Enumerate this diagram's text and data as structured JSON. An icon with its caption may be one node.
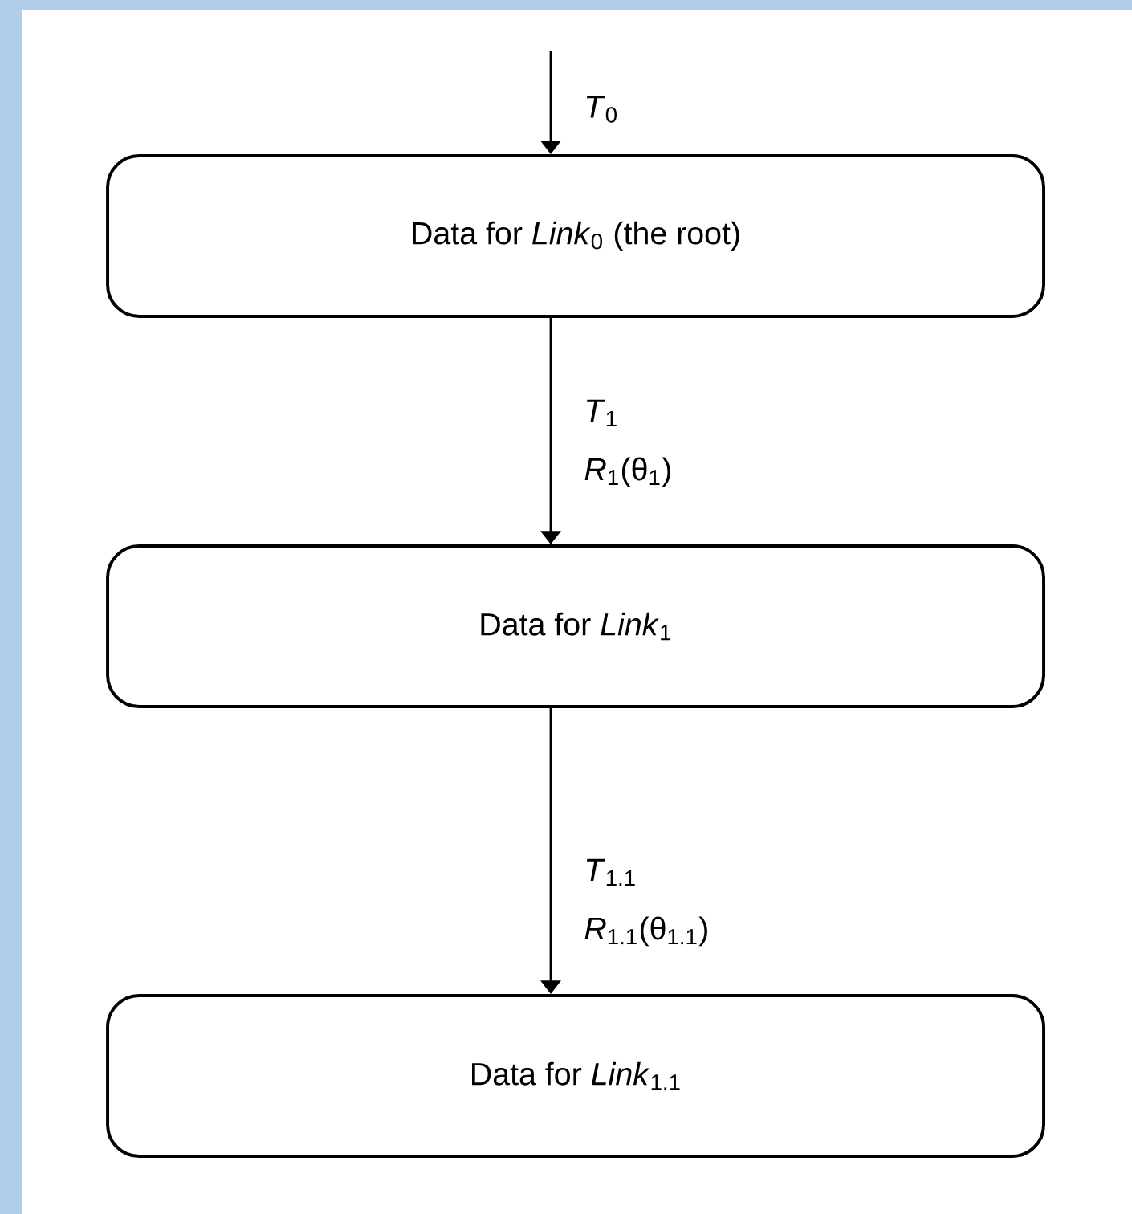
{
  "diagram": {
    "nodes": [
      {
        "text": [
          "Data for *Link*$_{0}$ (the root)"
        ]
      },
      {
        "text": [
          "Data for *Link*$_{1}$"
        ]
      },
      {
        "text": [
          "Data for *Link*$_{1.1}$"
        ]
      }
    ],
    "edges": [
      {
        "from": null,
        "to": 0,
        "arrow": "to",
        "label": "*T*$_{0}$"
      },
      {
        "from": 0,
        "to": 1,
        "arrow": "to",
        "label": "*T*$_{1}$ *R*$_{1}$(θ$_{1}$)"
      },
      {
        "from": 1,
        "to": 2,
        "arrow": "to",
        "label": "*T*$_{1.1}$ *R*$_{1.1}$(θ$_{1.1}$)"
      }
    ]
  }
}
